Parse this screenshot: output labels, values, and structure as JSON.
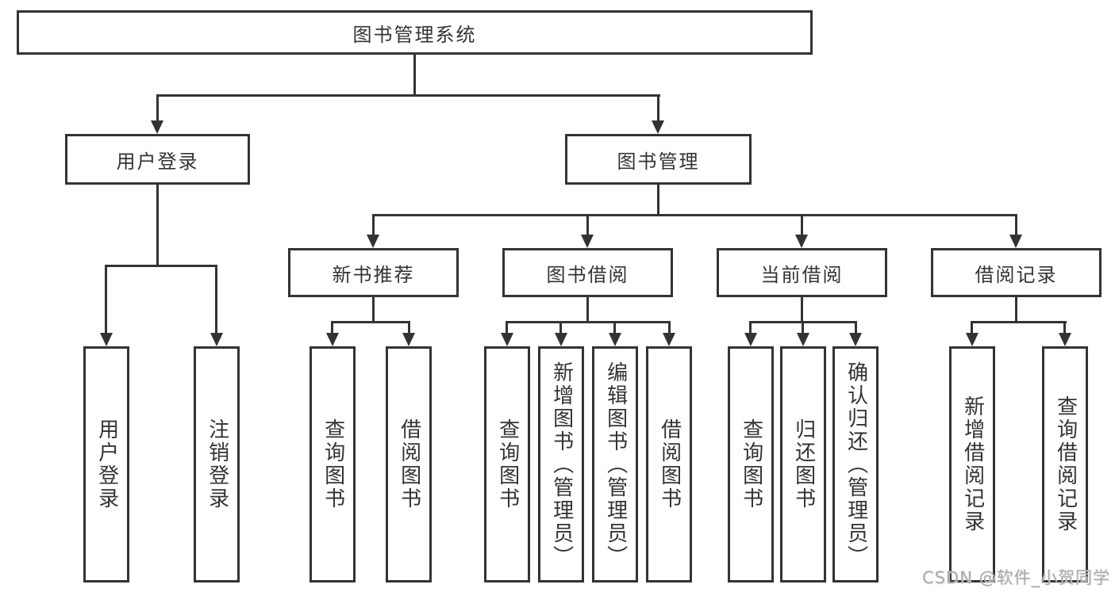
{
  "diagram": {
    "root": {
      "label": "图书管理系统"
    },
    "branches": [
      {
        "label": "用户登录",
        "children": [
          {
            "label": "用户登录"
          },
          {
            "label": "注销登录"
          }
        ]
      },
      {
        "label": "图书管理",
        "children": [
          {
            "label": "新书推荐",
            "children": [
              {
                "label": "查询图书"
              },
              {
                "label": "借阅图书"
              }
            ]
          },
          {
            "label": "图书借阅",
            "children": [
              {
                "label": "查询图书"
              },
              {
                "label": "新增图书（管理员）"
              },
              {
                "label": "编辑图书（管理员）"
              },
              {
                "label": "借阅图书"
              }
            ]
          },
          {
            "label": "当前借阅",
            "children": [
              {
                "label": "查询图书"
              },
              {
                "label": "归还图书"
              },
              {
                "label": "确认归还（管理员）"
              }
            ]
          },
          {
            "label": "借阅记录",
            "children": [
              {
                "label": "新增借阅记录"
              },
              {
                "label": "查询借阅记录"
              }
            ]
          }
        ]
      }
    ]
  },
  "watermark": {
    "text": "CSDN @软件_小贺同学"
  },
  "colors": {
    "line": "#333333",
    "text": "#333333",
    "watermark": "#a9a9ad"
  }
}
